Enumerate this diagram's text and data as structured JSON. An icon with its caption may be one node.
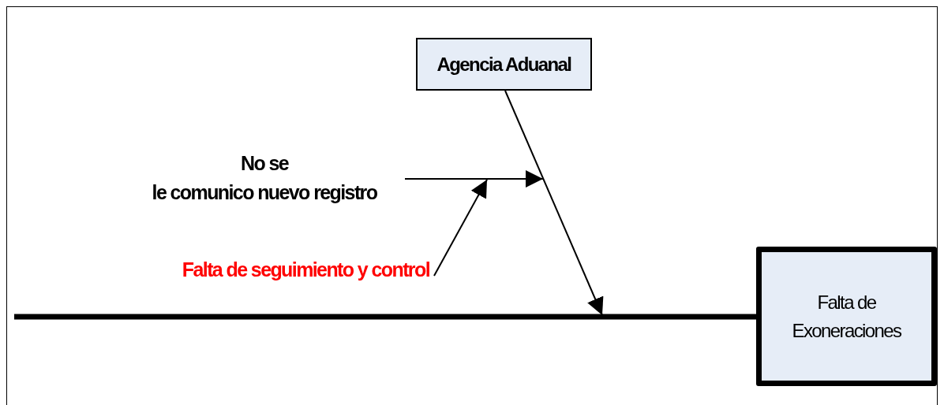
{
  "diagram": {
    "nodes": [
      {
        "text": [
          "Agencia Aduanal"
        ]
      },
      {
        "text": [
          "No se le comunico nuevo registro"
        ]
      },
      {
        "text": [
          "Falta de seguimiento y control"
        ]
      },
      {
        "text": [
          "Falta de Exoneraciones"
        ]
      }
    ],
    "edges": [
      {
        "from": 0,
        "to": null,
        "arrow": "to"
      },
      {
        "from": 1,
        "to": null,
        "arrow": "to"
      },
      {
        "from": 2,
        "to": null,
        "arrow": "to"
      },
      {
        "from": null,
        "to": 3,
        "arrow": "none",
        "style": "thick"
      }
    ]
  }
}
